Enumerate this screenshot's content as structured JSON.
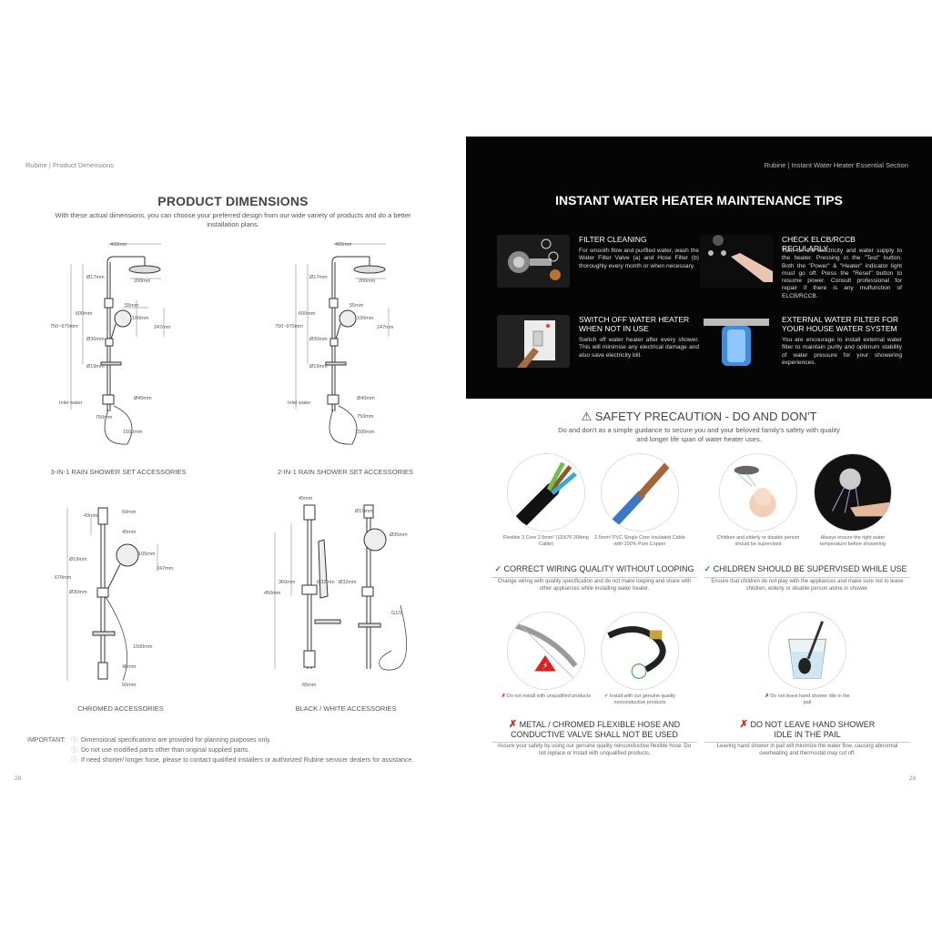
{
  "left_page": {
    "running_header": "Rubine  |  Product Dimensions",
    "title": "PRODUCT DIMENSIONS",
    "intro": "With these actual dimensions, you can choose your preferred design from our wide variety of products and do a better installation plans.",
    "drawings": [
      {
        "caption": "3-IN-1 RAIN SHOWER SET ACCESSORIES",
        "labels": [
          "400mm",
          "Ø17mm",
          "200mm",
          "55mm",
          "600mm",
          "100mm",
          "247mm",
          "750~970mm",
          "Ø30mm",
          "Ø19mm",
          "Inlet water",
          "Ø40mm",
          "750mm",
          "1500mm"
        ]
      },
      {
        "caption": "2-IN-1 RAIN SHOWER SET ACCESSORIES",
        "labels": [
          "400mm",
          "Ø17mm",
          "200mm",
          "55mm",
          "600mm",
          "100mm",
          "247mm",
          "750~970mm",
          "Ø30mm",
          "Ø19mm",
          "Inlet water",
          "Ø40mm",
          "750mm",
          "1500mm"
        ]
      },
      {
        "caption": "CHROMED ACCESSORIES",
        "labels": [
          "50mm",
          "43mm",
          "40mm",
          "Ø19mm",
          "105mm",
          "247mm",
          "670mm",
          "Ø30mm",
          "1500mm",
          "40mm",
          "50mm"
        ]
      },
      {
        "caption": "BLACK / WHITE ACCESSORIES",
        "labels": [
          "45mm",
          "Ø19mm",
          "Ø35mm",
          "360mm",
          "Ø32mm",
          "Ø32mm",
          "450mm",
          "G1/2",
          "65mm"
        ]
      }
    ],
    "important_label": "IMPORTANT:",
    "important_notes": [
      "Dimensional specifications are provided for planning purposes only.",
      "Do not use modified parts other than original supplied parts.",
      "If need shorter/ longer hose, please to contact qualified installers or authorized Rubine servicer dealers for assistance."
    ],
    "page_number": "28"
  },
  "right_page": {
    "running_header": "Rubine  |  Instant Water Heater Essential Section",
    "maintenance_title": "INSTANT WATER HEATER MAINTENANCE TIPS",
    "tips": [
      {
        "heading": "FILTER CLEANING",
        "body": "For smooth flow and purified water, wash the Water Filter Valve (a) and Hose Filter (b) thoroughly every month or when necessary.",
        "icon": "filter-valve-photo"
      },
      {
        "heading": "CHECK ELCB/RCCB REGULARLY",
        "body": "Turn on the electricity and water supply to the heater. Pressing in the \"Test\" button. Both the \"Power\" & \"Heater\" indicator light must go off. Press the \"Reset\" button to resume power. Consult professional for repair if there is any mulfunction of ELCB/RCCB.",
        "icon": "test-button-photo"
      },
      {
        "heading": "SWITCH OFF WATER HEATER WHEN NOT IN USE",
        "body": "Switch off water heater after every shower. This will minimise any electrical damage and also save electricity bill.",
        "icon": "wall-switch-photo"
      },
      {
        "heading": "EXTERNAL WATER FILTER FOR YOUR HOUSE WATER SYSTEM",
        "body": "You are encourage to install external water filter to maintain purity and optimum stability of water pressure for your showering experiences.",
        "icon": "external-filter-photo"
      }
    ],
    "safety_title": "SAFETY PRECAUTION - DO AND DON'T",
    "safety_intro": "Do and don't as a simple guidance to secure you and your beloved family's safety with quality and longer life span of water heater uses.",
    "circle_captions": [
      "Flexible 3 Core 2.5mm² (110/76 20Amp Cable)",
      "2.5mm² PVC Single Core Insulated Cable with 100% Pure Copper",
      "Children and elderly or disable person should be supervised",
      "Always ensure the right water temperature before showering",
      "Do not install with unqualified products",
      "Install with our genuine quality nonconductive products",
      "Do not leave hand shower idle in the pail"
    ],
    "sections": [
      {
        "heading": "CORRECT WIRING QUALITY WITHOUT LOOPING",
        "mark": "✓",
        "desc": "Change wiring with quality specification and do not make looping and share with other appliances while installing water heater."
      },
      {
        "heading": "CHILDREN SHOULD BE SUPERVISED WHILE USE",
        "mark": "✓",
        "desc": "Ensure that children do not play with the appliances and make sure not to leave children, elderly or disable person alone in shower."
      },
      {
        "heading_line1": "METAL / CHROMED FLEXIBLE HOSE AND",
        "heading_line2": "CONDUCTIVE VALVE SHALL NOT BE USED",
        "mark": "✗",
        "desc": "Assure your safety by using our genuine quality nonconductive flexible hose. Do not replace or install with unqualified products."
      },
      {
        "heading_line1": "DO NOT LEAVE HAND SHOWER",
        "heading_line2": "IDLE IN THE PAIL",
        "mark": "✗",
        "desc": "Leaving hand shower in pail will minimize the water flow, causing abnormal overheating and thermostat may cut off."
      }
    ],
    "page_number": "29"
  },
  "colors": {
    "dark_bg": "#050505",
    "ok_green": "#2a9a2a",
    "warn_red": "#dd2222",
    "text_grey": "#555555"
  }
}
